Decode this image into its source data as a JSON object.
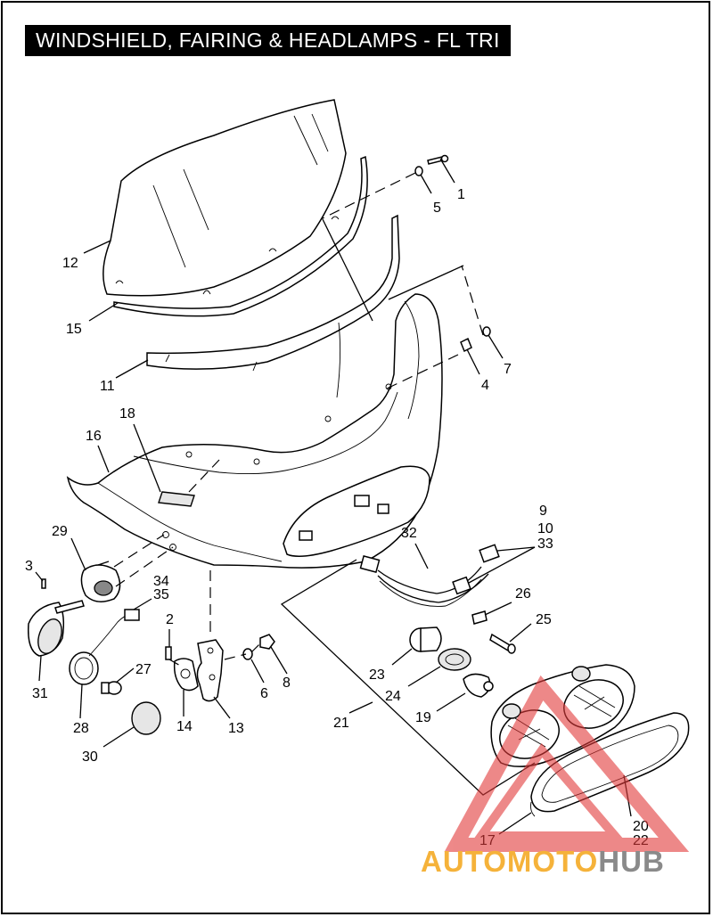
{
  "title": "WINDSHIELD, FAIRING & HEADLAMPS - FL TRI",
  "callouts": {
    "c1": "1",
    "c2": "2",
    "c3": "3",
    "c4": "4",
    "c5": "5",
    "c6": "6",
    "c7": "7",
    "c8": "8",
    "c9": "9",
    "c10": "10",
    "c11": "11",
    "c12": "12",
    "c13": "13",
    "c14": "14",
    "c15": "15",
    "c16": "16",
    "c17": "17",
    "c18": "18",
    "c19": "19",
    "c20": "20",
    "c21": "21",
    "c22": "22",
    "c23": "23",
    "c24": "24",
    "c25": "25",
    "c26": "26",
    "c27": "27",
    "c28": "28",
    "c29": "29",
    "c30": "30",
    "c31": "31",
    "c32": "32",
    "c33": "33",
    "c34": "34",
    "c35": "35"
  },
  "watermark": {
    "part1": "AUTO",
    "part2": "MOTO",
    "part3": "HUB",
    "color_primary": "#f5b23a",
    "color_secondary": "#8a8a8a",
    "logo_color": "#e23a3a"
  }
}
